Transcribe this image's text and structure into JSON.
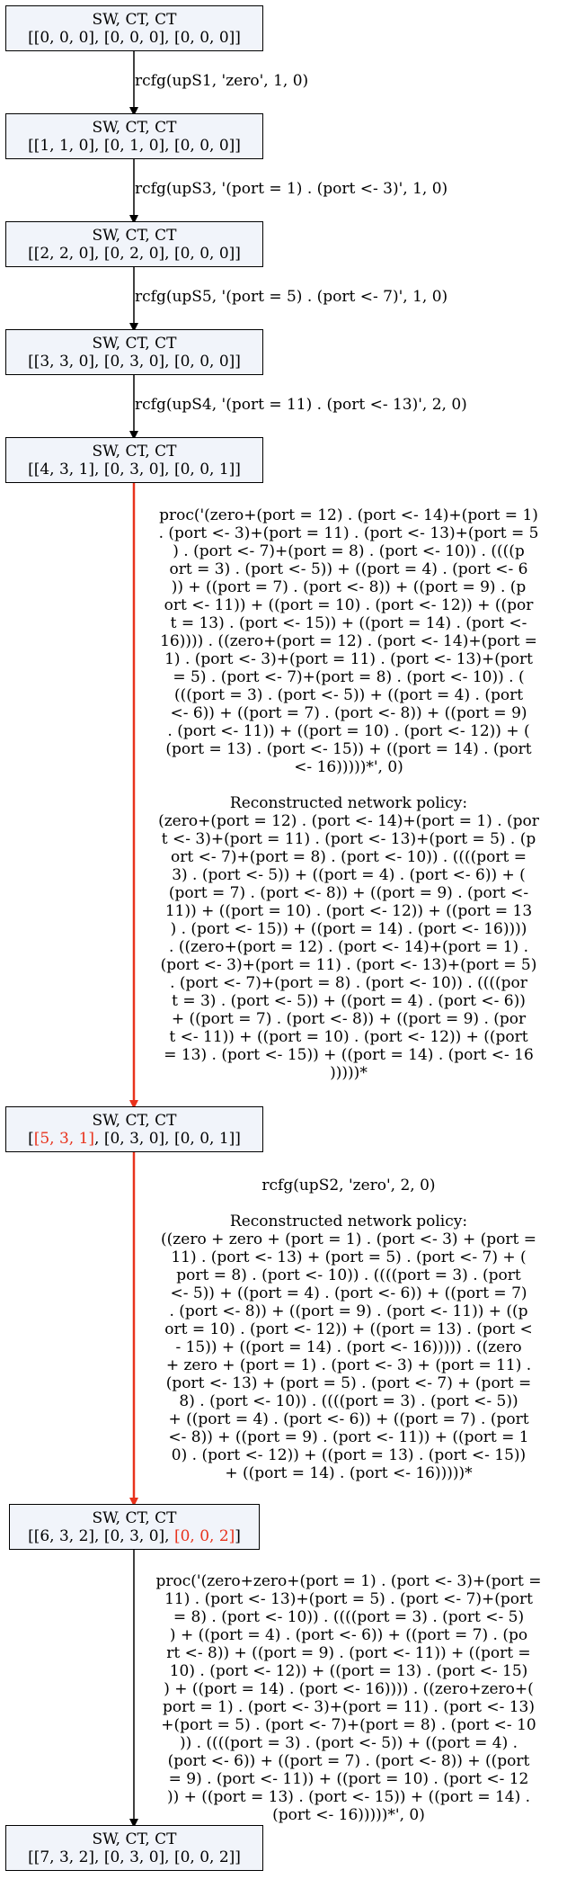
{
  "nodes": [
    {
      "title": "SW, CT, CT",
      "state": "[[0, 0, 0], [0, 0, 0], [0, 0, 0]]"
    },
    {
      "title": "SW, CT, CT",
      "state": "[[1, 1, 0], [0, 1, 0], [0, 0, 0]]"
    },
    {
      "title": "SW, CT, CT",
      "state": "[[2, 2, 0], [0, 2, 0], [0, 0, 0]]"
    },
    {
      "title": "SW, CT, CT",
      "state": "[[3, 3, 0], [0, 3, 0], [0, 0, 0]]"
    },
    {
      "title": "SW, CT, CT",
      "state": "[[4, 3, 1], [0, 3, 0], [0, 0, 1]]"
    },
    {
      "title": "SW, CT, CT",
      "state_parts": [
        "[",
        "[5, 3, 1]",
        ", [0, 3, 0], [0, 0, 1]]"
      ]
    },
    {
      "title": "SW, CT, CT",
      "state_parts": [
        "[[6, 3, 2], [0, 3, 0], ",
        "[0, 0, 2]",
        "]"
      ]
    },
    {
      "title": "SW, CT, CT",
      "state": "[[7, 3, 2], [0, 3, 0], [0, 0, 2]]"
    }
  ],
  "edges": [
    {
      "label": "rcfg(upS1, 'zero', 1, 0)"
    },
    {
      "label": "rcfg(upS3, '(port = 1) . (port <- 3)', 1, 0)"
    },
    {
      "label": "rcfg(upS5, '(port = 5) . (port <- 7)', 1, 0)"
    },
    {
      "label": "rcfg(upS4, '(port = 11) . (port <- 13)', 2, 0)"
    },
    {
      "label_lines": [
        "proc('(zero+(port = 12) . (port <- 14)+(port = 1)",
        ". (port <- 3)+(port = 11) . (port <- 13)+(port = 5",
        ") . (port <- 7)+(port = 8) . (port <- 10)) . ((((p",
        "ort = 3) . (port <- 5)) + ((port = 4) . (port <- 6",
        ")) + ((port = 7) . (port <- 8)) + ((port = 9) . (p",
        "ort <- 11)) + ((port = 10) . (port <- 12)) + ((por",
        "t = 13) . (port <- 15)) + ((port = 14) . (port <-",
        "16)))) . ((zero+(port = 12) . (port <- 14)+(port =",
        "1) . (port <- 3)+(port = 11) . (port <- 13)+(port",
        "= 5) . (port <- 7)+(port = 8) . (port <- 10)) . (",
        "(((port = 3) . (port <- 5)) + ((port = 4) . (port",
        "<- 6)) + ((port = 7) . (port <- 8)) + ((port = 9)",
        ". (port <- 11)) + ((port = 10) . (port <- 12)) + (",
        "(port = 13) . (port <- 15)) + ((port = 14) . (port",
        "<- 16)))))*', 0)",
        "",
        "Reconstructed network policy:",
        "(zero+(port = 12) . (port <- 14)+(port = 1) . (por",
        "t <- 3)+(port = 11) . (port <- 13)+(port = 5) . (p",
        "ort <- 7)+(port = 8) . (port <- 10)) . ((((port =",
        "3) . (port <- 5)) + ((port = 4) . (port <- 6)) + (",
        "(port = 7) . (port <- 8)) + ((port = 9) . (port <-",
        "11)) + ((port = 10) . (port <- 12)) + ((port = 13",
        ") . (port <- 15)) + ((port = 14) . (port <- 16))))",
        ". ((zero+(port = 12) . (port <- 14)+(port = 1) .",
        "(port <- 3)+(port = 11) . (port <- 13)+(port = 5)",
        ". (port <- 7)+(port = 8) . (port <- 10)) . ((((por",
        "t = 3) . (port <- 5)) + ((port = 4) . (port <- 6))",
        "+ ((port = 7) . (port <- 8)) + ((port = 9) . (por",
        "t <- 11)) + ((port = 10) . (port <- 12)) + ((port",
        "= 13) . (port <- 15)) + ((port = 14) . (port <- 16",
        ")))))*"
      ]
    },
    {
      "label_lines": [
        "rcfg(upS2, 'zero', 2, 0)",
        "",
        "Reconstructed network policy:",
        "((zero + zero + (port = 1) . (port <- 3) + (port =",
        "11) . (port <- 13) + (port = 5) . (port <- 7) + (",
        "port = 8) . (port <- 10)) . ((((port = 3) . (port",
        "<- 5)) + ((port = 4) . (port <- 6)) + ((port = 7)",
        ". (port <- 8)) + ((port = 9) . (port <- 11)) + ((p",
        "ort = 10) . (port <- 12)) + ((port = 13) . (port <",
        "- 15)) + ((port = 14) . (port <- 16))))) . ((zero",
        "+ zero + (port = 1) . (port <- 3) + (port = 11) .",
        "(port <- 13) + (port = 5) . (port <- 7) + (port =",
        "8) . (port <- 10)) . ((((port = 3) . (port <- 5))",
        "+ ((port = 4) . (port <- 6)) + ((port = 7) . (port",
        "<- 8)) + ((port = 9) . (port <- 11)) + ((port = 1",
        "0) . (port <- 12)) + ((port = 13) . (port <- 15))",
        "+ ((port = 14) . (port <- 16)))))*"
      ]
    },
    {
      "label_lines": [
        "proc('(zero+zero+(port = 1) . (port <- 3)+(port =",
        "11) . (port <- 13)+(port = 5) . (port <- 7)+(port",
        "= 8) . (port <- 10)) . ((((port = 3) . (port <- 5)",
        ") + ((port = 4) . (port <- 6)) + ((port = 7) . (po",
        "rt <- 8)) + ((port = 9) . (port <- 11)) + ((port =",
        "10) . (port <- 12)) + ((port = 13) . (port <- 15)",
        ") + ((port = 14) . (port <- 16)))) . ((zero+zero+(",
        "port = 1) . (port <- 3)+(port = 11) . (port <- 13)",
        "+(port = 5) . (port <- 7)+(port = 8) . (port <- 10",
        ")) . ((((port = 3) . (port <- 5)) + ((port = 4) .",
        "(port <- 6)) + ((port = 7) . (port <- 8)) + ((port",
        "= 9) . (port <- 11)) + ((port = 10) . (port <- 12",
        ")) + ((port = 13) . (port <- 15)) + ((port = 14) .",
        "(port <- 16)))))*', 0)"
      ]
    }
  ],
  "colors": {
    "node_fill": "#f1f4fa",
    "highlight": "#e8321c",
    "edge": "#000000",
    "edge_highlight": "#e8321c"
  }
}
